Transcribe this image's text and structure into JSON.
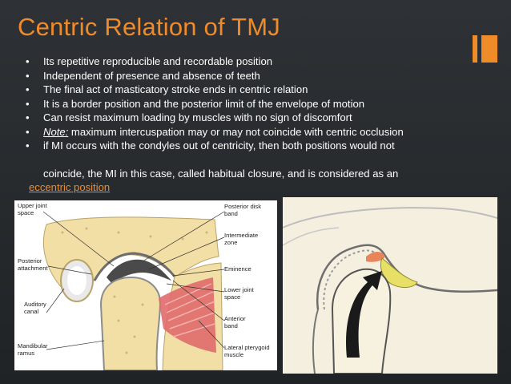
{
  "title": "Centric Relation of TMJ",
  "bullets": [
    "Its repetitive reproducible and recordable position",
    "Independent of presence and absence of teeth",
    "The final act of masticatory stroke ends in centric relation",
    "It is a border position and the posterior limit of the envelope of motion",
    "Can resist maximum loading by muscles with no sign of discomfort"
  ],
  "note": {
    "label": "Note:",
    "text": " maximum intercuspation may or may not coincide with centric occlusion"
  },
  "mi_bullet": {
    "line1": "if MI occurs with the condyles out of centricity, then both positions would not",
    "line2": "coincide, the MI in this case, called habitual closure, and is considered as an",
    "link": "eccentric position"
  },
  "figure_labels": {
    "upper_joint_space": [
      "Upper joint",
      "space"
    ],
    "posterior_attachment": [
      "Posterior",
      "attachment"
    ],
    "auditory_canal": [
      "Auditory",
      "canal"
    ],
    "mandibular_ramus": [
      "Mandibular",
      "ramus"
    ],
    "posterior_disk_band": [
      "Posterior disk",
      "band"
    ],
    "intermediate_zone": [
      "Intermediate",
      "zone"
    ],
    "eminence": [
      "Eminence"
    ],
    "lower_joint_space": [
      "Lower joint",
      "space"
    ],
    "anterior_band": [
      "Anterior",
      "band"
    ],
    "lateral_pterygoid_muscle": [
      "Lateral pterygoid",
      "muscle"
    ]
  },
  "colors": {
    "accent": "#f08b2a",
    "background": "#25292d",
    "text": "#ffffff",
    "bone": "#f2dfa6",
    "muscle": "#e06a6c",
    "disk": "#e8e066"
  }
}
